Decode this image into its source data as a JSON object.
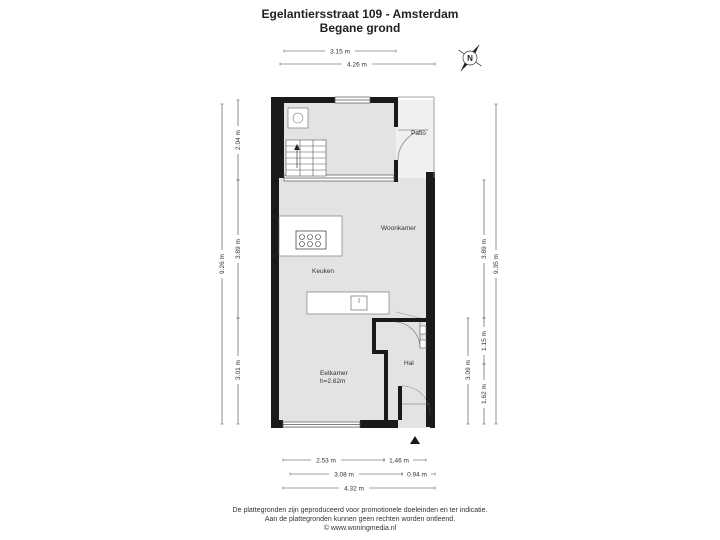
{
  "header": {
    "title": "Egelantiersstraat 109 - Amsterdam",
    "subtitle": "Begane grond"
  },
  "compass": {
    "label": "N"
  },
  "dimensions": {
    "top_inner": "3.15 m",
    "top_outer": "4.26 m",
    "left_top": "2.04 m",
    "left_middle": "3.89 m",
    "left_bottom": "3.01 m",
    "left_total": "9.26 m",
    "right_upper": "3.89 m",
    "right_total": "9.35 m",
    "right_mid": "1.15 m",
    "right_lower": "1.62 m",
    "right_hal": "3.09 m",
    "bottom_left": "2.53 m",
    "bottom_right": "1.46 m",
    "bottom2_left": "3.08 m",
    "bottom2_right": "0.94 m",
    "bottom_total": "4.32 m"
  },
  "rooms": {
    "patio": "Patio",
    "woonkamer": "Woonkamer",
    "keuken": "Keuken",
    "eetkamer": "Eetkamer",
    "eetkamer_height": "h=2.62m",
    "hal": "Hal"
  },
  "footer": {
    "line1": "De plattegronden zijn geproduceerd voor promotionele doeleinden en ter indicatie.",
    "line2": "Aan de plattegronden kunnen geen rechten worden ontleend.",
    "line3": "© www.woningmedia.nl"
  },
  "colors": {
    "wall": "#1a1a1a",
    "floor": "#e3e3e3",
    "patio_floor": "#f0f0f0",
    "furniture": "#ffffff",
    "dim_line": "#444444"
  }
}
